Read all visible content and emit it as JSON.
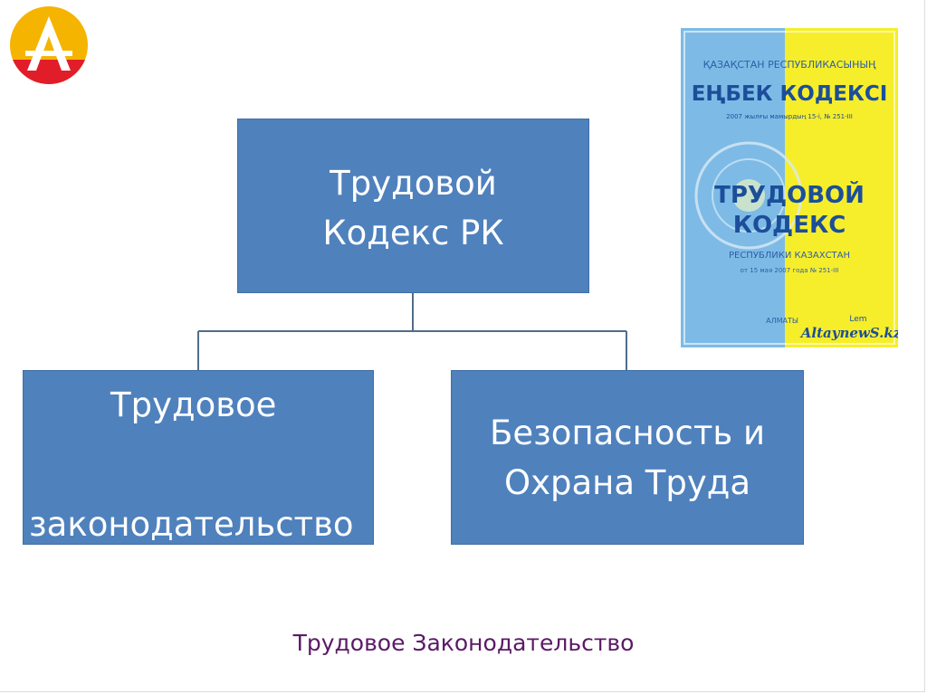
{
  "diagram": {
    "top_box": {
      "line1": "Трудовой",
      "line2": "Кодекс РК"
    },
    "left_box": {
      "line1": "Трудовое",
      "line2": "законодательство"
    },
    "right_box": {
      "line1": "Безопасность и",
      "line2": "Охрана Труда"
    }
  },
  "book_cover": {
    "header": "ҚАЗАҚСТАН РЕСПУБЛИКАСЫНЫҢ",
    "title_kz": "ЕҢБЕК КОДЕКСІ",
    "date_kz": "2007 жылғы мамырдың 15-і, № 251-III",
    "title_ru_1": "ТРУДОВОЙ",
    "title_ru_2": "КОДЕКС",
    "subtitle_ru": "РЕСПУБЛИКИ КАЗАХСТАН",
    "date_ru": "от 15 мая 2007 года № 251-III",
    "city": "АЛМАТЫ",
    "publisher": "AltaynewS.kz",
    "publisher_small": "Lem",
    "colors": {
      "left": "#6fb2e2",
      "right": "#f6ee2a"
    }
  },
  "caption": "Трудовое Законодательство",
  "colors": {
    "box_fill": "#4f81bd",
    "caption": "#5b1a66"
  }
}
